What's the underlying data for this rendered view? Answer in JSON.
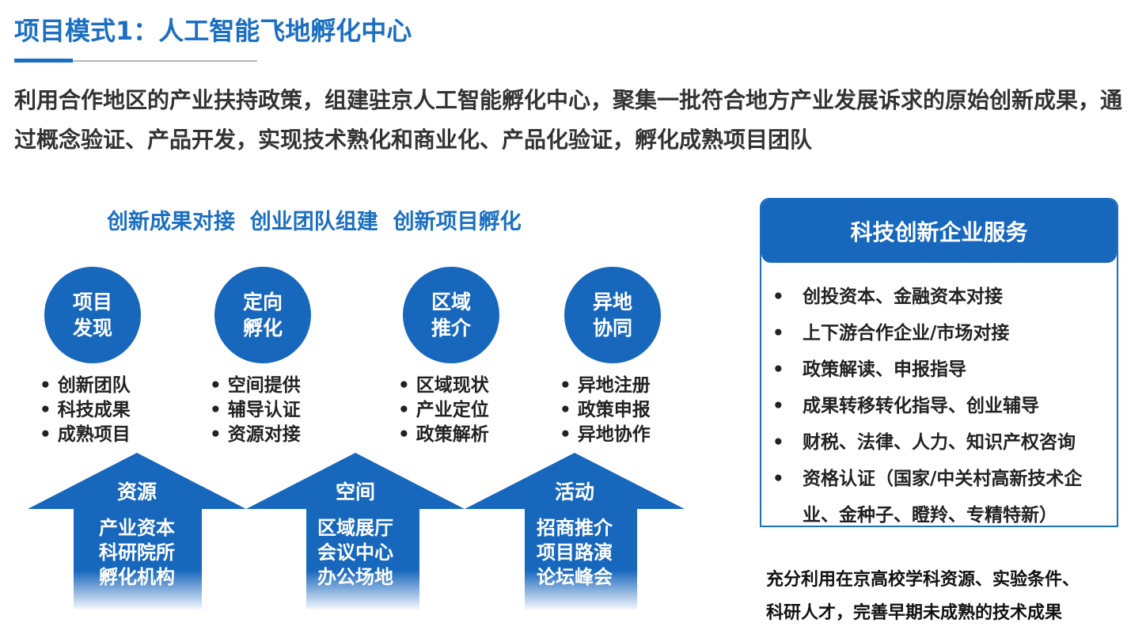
{
  "title": "项目模式1：人工智能飞地孵化中心",
  "intro": "利用合作地区的产业扶持政策，组建驻京人工智能孵化中心，聚集一批符合地方产业发展诉求的原始创新成果，通过概念验证、产品开发，实现技术熟化和商业化、产品化验证，孵化成熟项目团队",
  "subheading": "创新成果对接  创业团队组建  创新项目孵化",
  "stages": [
    {
      "l1": "项目",
      "l2": "发现",
      "items": [
        "创新团队",
        "科技成果",
        "成熟项目"
      ]
    },
    {
      "l1": "定向",
      "l2": "孵化",
      "items": [
        "空间提供",
        "辅导认证",
        "资源对接"
      ]
    },
    {
      "l1": "区域",
      "l2": "推介",
      "items": [
        "区域现状",
        "产业定位",
        "政策解析"
      ]
    },
    {
      "l1": "异地",
      "l2": "协同",
      "items": [
        "异地注册",
        "政策申报",
        "异地协作"
      ]
    }
  ],
  "supports": [
    {
      "label": "资源",
      "items": [
        "产业资本",
        "科研院所",
        "孵化机构"
      ]
    },
    {
      "label": "空间",
      "items": [
        "区域展厅",
        "会议中心",
        "办公场地"
      ]
    },
    {
      "label": "活动",
      "items": [
        "招商推介",
        "项目路演",
        "论坛峰会"
      ]
    }
  ],
  "services": {
    "title": "科技创新企业服务",
    "items": [
      "创投资本、金融资本对接",
      "上下游合作企业/市场对接",
      "政策解读、申报指导",
      "成果转移转化指导、创业辅导",
      "财税、法律、人力、知识产权咨询",
      "资格认证（国家/中关村高新技术企业、金种子、瞪羚、专精特新）"
    ]
  },
  "note": [
    "充分利用在京高校学科资源、实验条件、",
    "科研人才，完善早期未成熟的技术成果"
  ],
  "colors": {
    "brand": "#1767bd"
  }
}
